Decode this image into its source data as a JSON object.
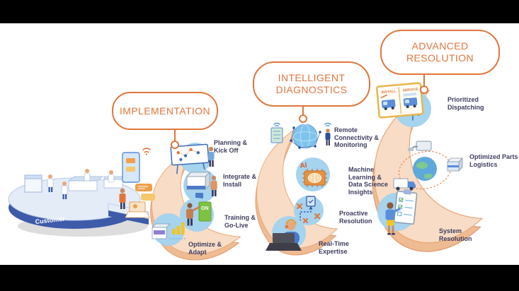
{
  "colors": {
    "accent_orange": "#E0763C",
    "label_navy": "#3E3E60",
    "swoosh_fill": "#F8DCC5",
    "swoosh_side": "#EFBB92",
    "step_circle_blue": "#A6D3EE",
    "platform_blue": "#3D5BA9",
    "background": "#000000",
    "content_background": "#FFFFFF"
  },
  "customer": {
    "label": "Customer",
    "icons": [
      "lab-platform",
      "lab-people",
      "kiosk",
      "wifi-signal",
      "chat-bubbles",
      "laptop-video-call"
    ]
  },
  "phases": [
    {
      "title": "IMPLEMENTATION",
      "steps": [
        {
          "label": "Planning & Kick Off",
          "icon": "planning-board-icon"
        },
        {
          "label": "Integrate & Install",
          "icon": "install-machine-icon"
        },
        {
          "label": "Training & Go-Live",
          "icon": "training-on-sign-icon"
        },
        {
          "label": "Optimize & Adapt",
          "icon": "optimize-chart-icon"
        }
      ]
    },
    {
      "title": "INTELLIGENT DIAGNOSTICS",
      "steps": [
        {
          "label": "Remote Connectivity & Monitoring",
          "icon": "remote-globe-icon"
        },
        {
          "label": "Machine Learning & Data Science Insights",
          "icon": "ai-chip-icon"
        },
        {
          "label": "Proactive Resolution",
          "icon": "proactive-strategy-icon"
        },
        {
          "label": "Real-Time Expertise",
          "icon": "support-agent-icon"
        }
      ]
    },
    {
      "title": "ADVANCED RESOLUTION",
      "steps": [
        {
          "label": "Prioritized Dispatching",
          "icon": "dispatch-board-icon"
        },
        {
          "label": "Optimized Parts Logistics",
          "icon": "parts-logistics-globe-icon"
        },
        {
          "label": "System Resolution",
          "icon": "system-checklist-icon"
        }
      ]
    }
  ],
  "icon_text": {
    "training_sign": "ON",
    "ai_chip": "AI",
    "dispatch_col_1": "INSTALL",
    "dispatch_col_2": "SERVICE"
  }
}
